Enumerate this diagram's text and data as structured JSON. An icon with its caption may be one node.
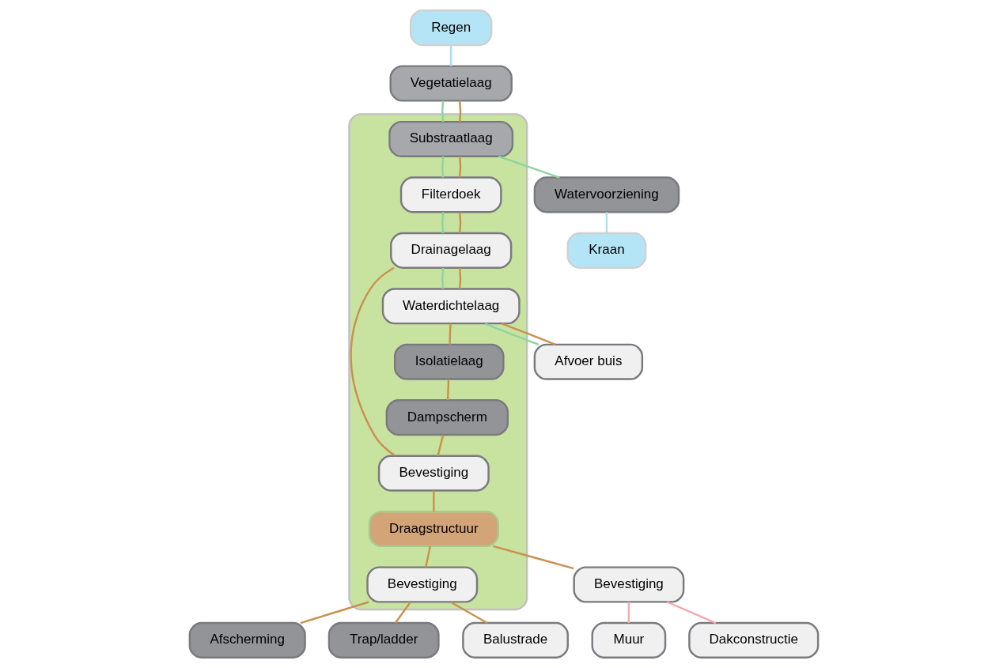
{
  "diagram": {
    "nodes": [
      {
        "text": [
          "Regen"
        ]
      },
      {
        "text": [
          "Vegetatielaag"
        ]
      },
      {
        "text": [],
        "shape": "box"
      },
      {
        "text": [
          "Substraatlaag"
        ],
        "in": 2
      },
      {
        "text": [
          "Watervoorziening"
        ]
      },
      {
        "text": [
          "Kraan"
        ]
      },
      {
        "text": [
          "Filterdoek"
        ],
        "in": 2
      },
      {
        "text": [
          "Drainagelaag"
        ],
        "in": 2
      },
      {
        "text": [
          "Afvoer buis"
        ]
      },
      {
        "text": [
          "Waterdichtelaag"
        ],
        "in": 2
      },
      {
        "text": [
          "Isolatielaag"
        ],
        "in": 2
      },
      {
        "text": [
          "Dampscherm"
        ],
        "in": 2
      },
      {
        "text": [
          "Bevestiging"
        ],
        "in": 2
      },
      {
        "text": [
          "Draagstructuur"
        ],
        "in": 2
      },
      {
        "text": [
          "Bevestiging"
        ]
      },
      {
        "text": [
          "Muur"
        ]
      },
      {
        "text": [
          "Bevestiging"
        ],
        "in": 2
      },
      {
        "text": [
          "Dakconstructie"
        ]
      },
      {
        "text": [
          "Afscherming"
        ]
      },
      {
        "text": [
          "Trap/ladder"
        ]
      },
      {
        "text": [
          "Balustrade"
        ]
      }
    ],
    "edges": [
      {
        "from": 0,
        "to": 1,
        "arrow": "none",
        "color": "#a8e0f5"
      },
      {
        "from": 1,
        "to": 3,
        "arrow": "none",
        "color": "#8fd4a0"
      },
      {
        "from": 1,
        "to": 3,
        "arrow": "none"
      },
      {
        "from": 3,
        "to": 4,
        "arrow": "none",
        "color": "#8fd4a0"
      },
      {
        "from": 4,
        "to": 5,
        "arrow": "none",
        "color": "#a8e0f5"
      },
      {
        "from": 3,
        "to": 6,
        "arrow": "none",
        "color": "#8fd4a0"
      },
      {
        "from": 3,
        "to": 6,
        "arrow": "none"
      },
      {
        "from": 6,
        "to": 7,
        "arrow": "none",
        "color": "#8fd4a0"
      },
      {
        "from": 6,
        "to": 7,
        "arrow": "none"
      },
      {
        "from": 7,
        "to": 9,
        "arrow": "none",
        "color": "#8fd4a0"
      },
      {
        "from": 7,
        "to": 9,
        "arrow": "none"
      },
      {
        "from": 7,
        "to": 12,
        "arrow": "none"
      },
      {
        "from": 9,
        "to": 8,
        "arrow": "none",
        "color": "#8fd4a0"
      },
      {
        "from": 9,
        "to": 8,
        "arrow": "none"
      },
      {
        "from": 9,
        "to": 10,
        "arrow": "none"
      },
      {
        "from": 10,
        "to": 11,
        "arrow": "none"
      },
      {
        "from": 11,
        "to": 12,
        "arrow": "none"
      },
      {
        "from": 12,
        "to": 13,
        "arrow": "none"
      },
      {
        "from": 13,
        "to": 16,
        "arrow": "none"
      },
      {
        "from": 13,
        "to": 14,
        "arrow": "none"
      },
      {
        "from": 14,
        "to": 15,
        "arrow": "none",
        "color": "#f5aab0"
      },
      {
        "from": 14,
        "to": 17,
        "arrow": "none",
        "color": "#f5aab0"
      },
      {
        "from": 16,
        "to": 18,
        "arrow": "none"
      },
      {
        "from": 16,
        "to": 19,
        "arrow": "none"
      },
      {
        "from": 16,
        "to": 20,
        "arrow": "none"
      }
    ]
  }
}
